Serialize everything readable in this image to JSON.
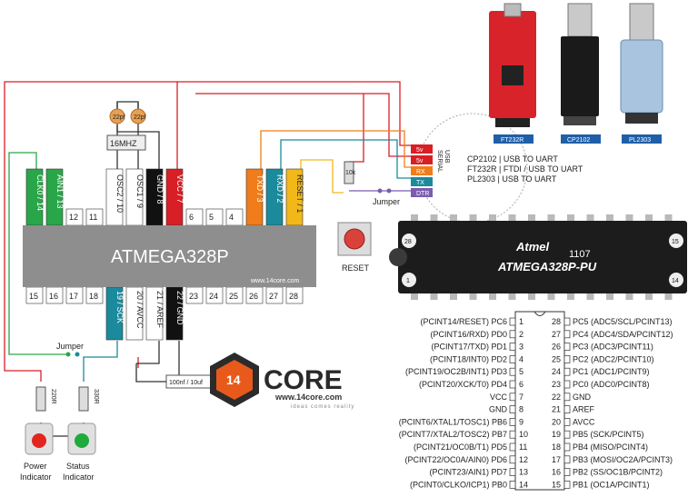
{
  "mcu": {
    "title": "ATMEGA328P",
    "website": "www.14core.com",
    "top_pins": [
      {
        "label": "CLK0 / 14",
        "color": "#2aa64a"
      },
      {
        "label": "AIN1 / 13",
        "color": "#2aa64a"
      },
      {
        "label": "12",
        "color": "#ffffff"
      },
      {
        "label": "11",
        "color": "#ffffff"
      },
      {
        "label": "OSC2 / 10",
        "color": "#ffffff"
      },
      {
        "label": "OSC1 / 9",
        "color": "#ffffff"
      },
      {
        "label": "GND / 8",
        "color": "#111111"
      },
      {
        "label": "VCC / 7",
        "color": "#d81f26"
      },
      {
        "label": "6",
        "color": "#ffffff"
      },
      {
        "label": "5",
        "color": "#ffffff"
      },
      {
        "label": "4",
        "color": "#ffffff"
      },
      {
        "label": "TXD / 3",
        "color": "#f07d1a"
      },
      {
        "label": "RXD / 2",
        "color": "#1b8a9c"
      },
      {
        "label": "RESET / 1",
        "color": "#f2b81a"
      }
    ],
    "bottom_pins": [
      {
        "label": "15",
        "color": "#ffffff"
      },
      {
        "label": "16",
        "color": "#ffffff"
      },
      {
        "label": "17",
        "color": "#ffffff"
      },
      {
        "label": "18",
        "color": "#ffffff"
      },
      {
        "label": "19 / SCK",
        "color": "#1b8a9c"
      },
      {
        "label": "20 / AVCC",
        "color": "#ffffff"
      },
      {
        "label": "21 / AREF",
        "color": "#ffffff"
      },
      {
        "label": "22 / GND",
        "color": "#111111"
      },
      {
        "label": "23",
        "color": "#ffffff"
      },
      {
        "label": "24",
        "color": "#ffffff"
      },
      {
        "label": "25",
        "color": "#ffffff"
      },
      {
        "label": "26",
        "color": "#ffffff"
      },
      {
        "label": "27",
        "color": "#ffffff"
      },
      {
        "label": "28",
        "color": "#ffffff"
      }
    ]
  },
  "crystal": {
    "label": "16MHZ",
    "cap1": "22pf",
    "cap2": "22pf"
  },
  "reset": {
    "resistor": "10k",
    "label": "RESET"
  },
  "jumper_top": "Jumper",
  "jumper_bottom": "Jumper",
  "cap_label": "100nf / 10uf",
  "usb": {
    "side_label": "USB\nSERIAL",
    "pins": [
      "5v",
      "5v",
      "RX",
      "TX",
      "DTR"
    ],
    "pin_colors": [
      "#d81f26",
      "#d81f26",
      "#f07d1a",
      "#1b8a9c",
      "#7a5cb0"
    ],
    "chips": [
      "CP2102  |  USB TO UART",
      "FT232R  |  FTDI / USB TO UART",
      "PL2303  |  USB TO UART"
    ],
    "module_labels": [
      "FT232R",
      "CP2102",
      "PL2303"
    ]
  },
  "indicators": {
    "power_resistor": "220R",
    "status_resistor": "330R",
    "power_label": [
      "Power",
      "Indicator"
    ],
    "status_label": [
      "Status",
      "Indicator"
    ]
  },
  "logo": {
    "brand": "CORE",
    "badge": "14",
    "url": "www.14core.com",
    "tagline": "ideas comes reality"
  },
  "ic_photo": {
    "part": "ATMEGA328P-PU",
    "code": "1107",
    "brand": "Atmel",
    "corner_pins": [
      "28",
      "15",
      "1",
      "14"
    ]
  },
  "pinout": {
    "left": [
      {
        "name": "(PCINT14/RESET) PC6",
        "num": "1"
      },
      {
        "name": "(PCINT16/RXD) PD0",
        "num": "2"
      },
      {
        "name": "(PCINT17/TXD) PD1",
        "num": "3"
      },
      {
        "name": "(PCINT18/INT0) PD2",
        "num": "4"
      },
      {
        "name": "(PCINT19/OC2B/INT1) PD3",
        "num": "5"
      },
      {
        "name": "(PCINT20/XCK/T0) PD4",
        "num": "6"
      },
      {
        "name": "VCC",
        "num": "7"
      },
      {
        "name": "GND",
        "num": "8"
      },
      {
        "name": "(PCINT6/XTAL1/TOSC1) PB6",
        "num": "9"
      },
      {
        "name": "(PCINT7/XTAL2/TOSC2) PB7",
        "num": "10"
      },
      {
        "name": "(PCINT21/OC0B/T1) PD5",
        "num": "11"
      },
      {
        "name": "(PCINT22/OC0A/AIN0) PD6",
        "num": "12"
      },
      {
        "name": "(PCINT23/AIN1) PD7",
        "num": "13"
      },
      {
        "name": "(PCINT0/CLKO/ICP1) PB0",
        "num": "14"
      }
    ],
    "right": [
      {
        "num": "28",
        "name": "PC5 (ADC5/SCL/PCINT13)"
      },
      {
        "num": "27",
        "name": "PC4 (ADC4/SDA/PCINT12)"
      },
      {
        "num": "26",
        "name": "PC3 (ADC3/PCINT11)"
      },
      {
        "num": "25",
        "name": "PC2 (ADC2/PCINT10)"
      },
      {
        "num": "24",
        "name": "PC1 (ADC1/PCINT9)"
      },
      {
        "num": "23",
        "name": "PC0 (ADC0/PCINT8)"
      },
      {
        "num": "22",
        "name": "GND"
      },
      {
        "num": "21",
        "name": "AREF"
      },
      {
        "num": "20",
        "name": "AVCC"
      },
      {
        "num": "19",
        "name": "PB5 (SCK/PCINT5)"
      },
      {
        "num": "18",
        "name": "PB4 (MISO/PCINT4)"
      },
      {
        "num": "17",
        "name": "PB3 (MOSI/OC2A/PCINT3)"
      },
      {
        "num": "16",
        "name": "PB2 (SS/OC1B/PCINT2)"
      },
      {
        "num": "15",
        "name": "PB1 (OC1A/PCINT1)"
      }
    ]
  }
}
